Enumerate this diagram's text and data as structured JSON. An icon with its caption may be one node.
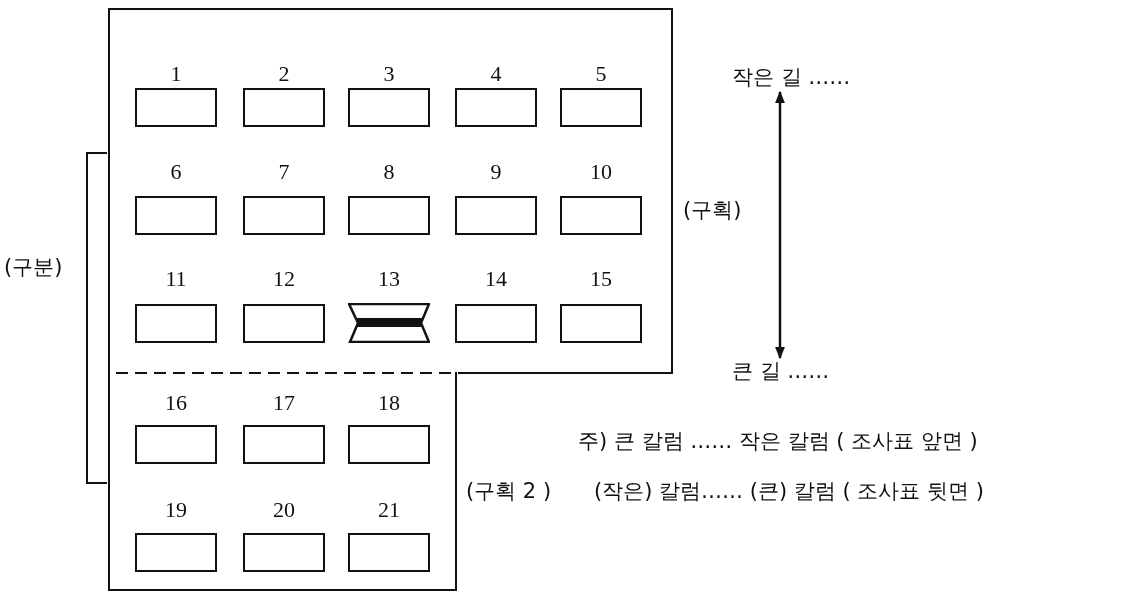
{
  "diagram": {
    "nodes": [
      {
        "text": [],
        "shape": "box",
        "beside": [
          "(구획)"
        ]
      },
      {
        "text": [
          "1"
        ],
        "in": 0
      },
      {
        "text": [
          "2"
        ],
        "in": 0
      },
      {
        "text": [
          "3"
        ],
        "in": 0
      },
      {
        "text": [
          "4"
        ],
        "in": 0
      },
      {
        "text": [
          "5"
        ],
        "in": 0
      },
      {
        "text": [
          "6"
        ],
        "in": 0
      },
      {
        "text": [
          "7"
        ],
        "in": 0
      },
      {
        "text": [
          "8"
        ],
        "in": 0
      },
      {
        "text": [
          "9"
        ],
        "in": 0
      },
      {
        "text": [
          "10"
        ],
        "in": 0
      },
      {
        "text": [
          "11"
        ],
        "in": 0
      },
      {
        "text": [
          "12"
        ],
        "in": 0
      },
      {
        "text": [
          "13"
        ],
        "in": 0
      },
      {
        "text": [
          "14"
        ],
        "in": 0
      },
      {
        "text": [
          "15"
        ],
        "in": 0
      },
      {
        "text": [],
        "shape": "box",
        "beside": [
          "(구획 2 )"
        ]
      },
      {
        "text": [
          "16"
        ],
        "in": 16
      },
      {
        "text": [
          "17"
        ],
        "in": 16
      },
      {
        "text": [
          "18"
        ],
        "in": 16
      },
      {
        "text": [
          "19"
        ],
        "in": 16
      },
      {
        "text": [
          "20"
        ],
        "in": 16
      },
      {
        "text": [
          "21"
        ],
        "in": 16
      },
      {
        "text": [
          "작은 길 ……"
        ]
      },
      {
        "text": [
          "큰 길 ……"
        ]
      }
    ],
    "edges": [
      {
        "from": 23,
        "to": 24,
        "arrow": "both"
      }
    ],
    "labels": [
      "(구분)",
      "주) 큰 칼럼 …… 작은 칼럼 ( 조사표 앞면 )",
      "(작은) 칼럼…… (큰) 칼럼 ( 조사표 뒷면 )"
    ]
  }
}
